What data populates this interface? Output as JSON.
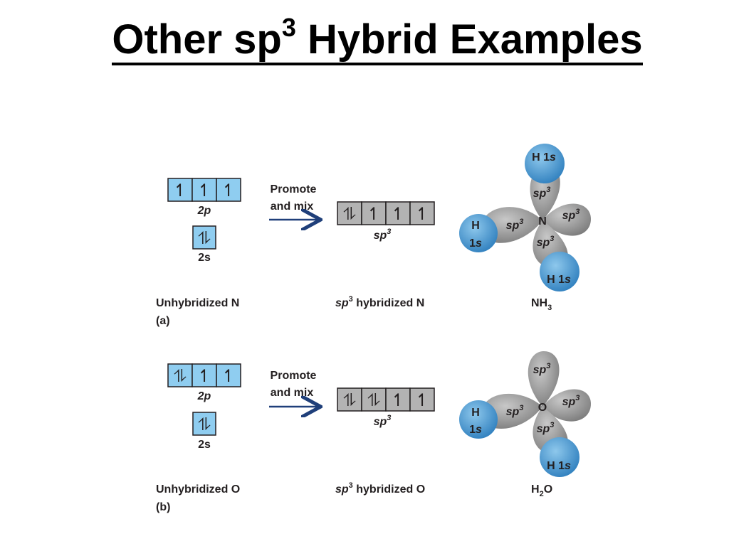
{
  "slide": {
    "title_prefix": "Other sp",
    "title_sup": "3",
    "title_suffix": " Hybrid Examples"
  },
  "colors": {
    "blue_box": "#8fcdf0",
    "gray_box": "#b3b3b3",
    "arrow": "#1f3f7a",
    "lobe_gray": "#8a8a8a",
    "lobe_blue": "#3d8ec6"
  },
  "panel_a": {
    "orbital_2p_label": "2p",
    "orbital_2s_label": "2s",
    "promote_line1": "Promote",
    "promote_line2": "and mix",
    "hybrid_label": "sp",
    "hybrid_sup": "3",
    "unhybridized_label": "Unhybridized N",
    "panel_letter": "(a)",
    "hybridized_prefix": "sp",
    "hybridized_sup": "3",
    "hybridized_suffix": " hybridized N",
    "molecule_label": "NH",
    "molecule_sub": "3",
    "center_atom": "N",
    "h_top": "H 1s",
    "h_left_1": "H",
    "h_left_2": "1s",
    "h_bottom": "H 1s",
    "lobe_label": "sp",
    "lobe_sup": "3",
    "filled_2p": [
      "↿",
      "↿",
      "↿"
    ],
    "filled_2s": [
      "⥮"
    ],
    "filled_sp3": [
      "⥮",
      "↿",
      "↿",
      "↿"
    ]
  },
  "panel_b": {
    "orbital_2p_label": "2p",
    "orbital_2s_label": "2s",
    "promote_line1": "Promote",
    "promote_line2": "and mix",
    "hybrid_label": "sp",
    "hybrid_sup": "3",
    "unhybridized_label": "Unhybridized O",
    "panel_letter": "(b)",
    "hybridized_prefix": "sp",
    "hybridized_sup": "3",
    "hybridized_suffix": " hybridized O",
    "molecule_label": "H",
    "molecule_sub": "2",
    "molecule_suffix": "O",
    "center_atom": "O",
    "h_left_1": "H",
    "h_left_2": "1s",
    "h_bottom": "H 1s",
    "lobe_label": "sp",
    "lobe_sup": "3",
    "filled_2p": [
      "⥮",
      "↿",
      "↿"
    ],
    "filled_2s": [
      "⥮"
    ],
    "filled_sp3": [
      "⥮",
      "⥮",
      "↿",
      "↿"
    ]
  }
}
